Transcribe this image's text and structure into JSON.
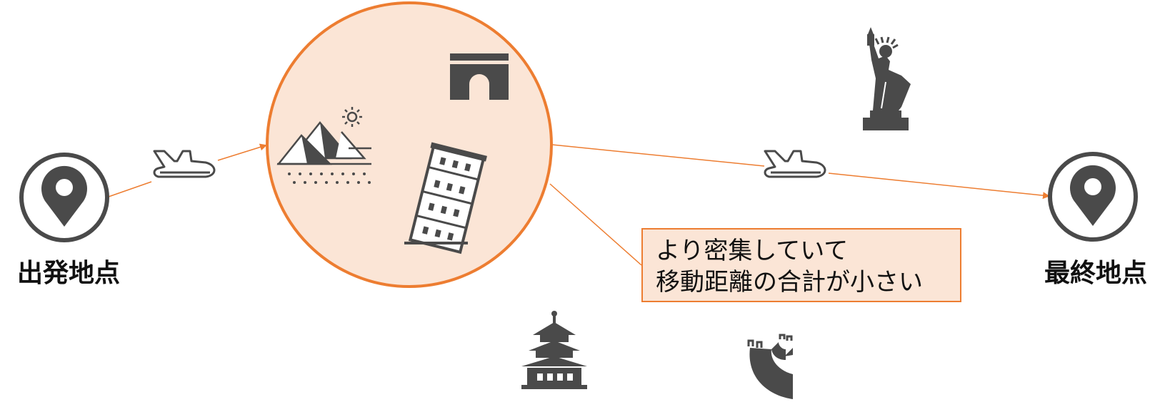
{
  "start_label": "出発地点",
  "end_label": "最終地点",
  "callout": {
    "line1": "より密集していて",
    "line2": "移動距離の合計が小さい"
  },
  "colors": {
    "accent": "#ED7D31",
    "cluster_fill": "#FBE5D6",
    "icon": "#4A4A4A"
  },
  "icons": [
    "map-pin-icon",
    "airplane-icon",
    "pyramids-icon",
    "arc-de-triomphe-icon",
    "leaning-tower-of-pisa-icon",
    "statue-of-liberty-icon",
    "temple-of-heaven-icon",
    "great-wall-icon"
  ]
}
